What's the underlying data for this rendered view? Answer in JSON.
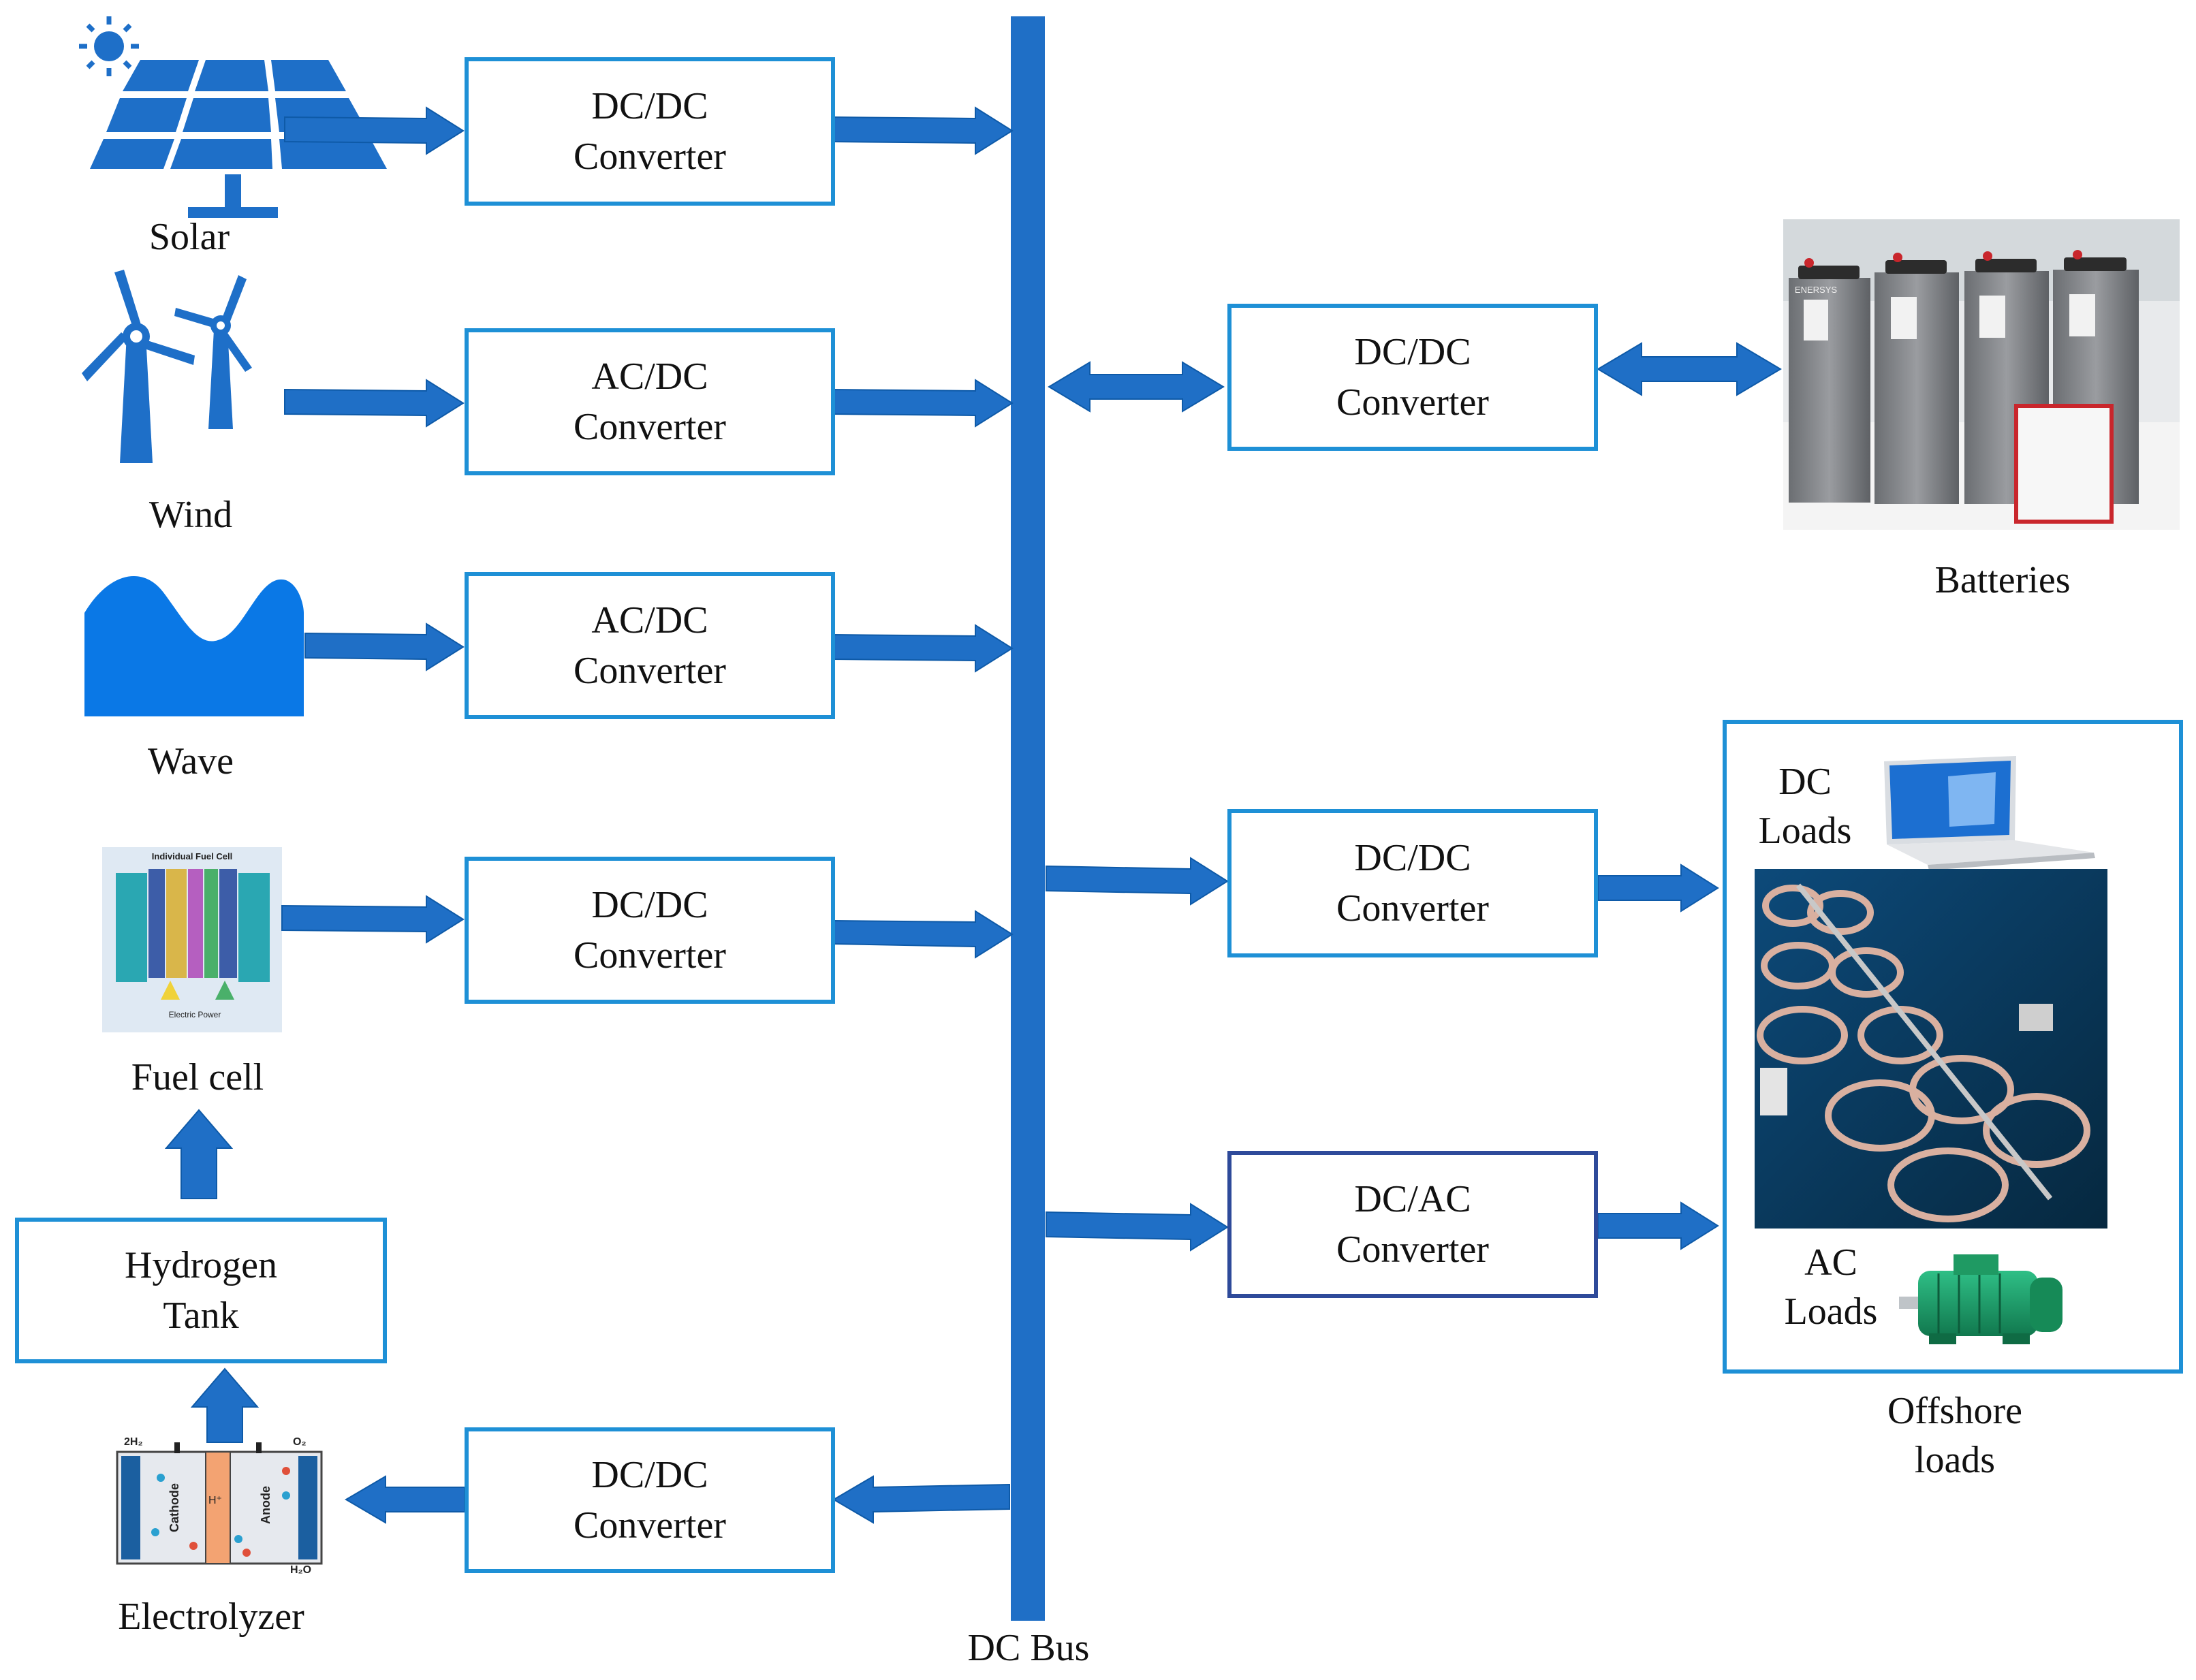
{
  "colors": {
    "bus": "#1f6fc6",
    "arrow": "#1f6fc6",
    "box_border": "#1e90d6",
    "box_border_dark": "#2e4a9a",
    "icon": "#1e6fc8",
    "wave": "#0a78e6"
  },
  "sources": {
    "solar": {
      "label": "Solar",
      "conv_line1": "DC/DC",
      "conv_line2": "Converter",
      "icon": "solar-panel-icon"
    },
    "wind": {
      "label": "Wind",
      "conv_line1": "AC/DC",
      "conv_line2": "Converter",
      "icon": "wind-turbine-icon"
    },
    "wave": {
      "label": "Wave",
      "conv_line1": "AC/DC",
      "conv_line2": "Converter",
      "icon": "wave-icon"
    },
    "fuelcell": {
      "label": "Fuel cell",
      "conv_line1": "DC/DC",
      "conv_line2": "Converter",
      "icon": "fuel-cell-diagram"
    }
  },
  "hydrogen": {
    "tank_line1": "Hydrogen",
    "tank_line2": "Tank",
    "electrolyzer_label": "Electrolyzer",
    "conv_line1": "DC/DC",
    "conv_line2": "Converter",
    "electrolyzer_marks": {
      "left_top": "2H₂",
      "right_top": "O₂",
      "right_bottom": "H₂O",
      "cathode": "Cathode",
      "anode": "Anode",
      "ion": "H⁺"
    }
  },
  "fuelcell_diagram": {
    "title": "Individual Fuel Cell",
    "electric": "Electric Power"
  },
  "bus": {
    "label": "DC Bus"
  },
  "batteries": {
    "label": "Batteries",
    "conv_line1": "DC/DC",
    "conv_line2": "Converter",
    "brand": "ENERSYS"
  },
  "loads": {
    "dc_conv_line1": "DC/DC",
    "dc_conv_line2": "Converter",
    "ac_conv_line1": "DC/AC",
    "ac_conv_line2": "Converter",
    "dc_loads_line1": "DC",
    "dc_loads_line2": "Loads",
    "ac_loads_line1": "AC",
    "ac_loads_line2": "Loads",
    "offshore_line1": "Offshore",
    "offshore_line2": "loads"
  }
}
